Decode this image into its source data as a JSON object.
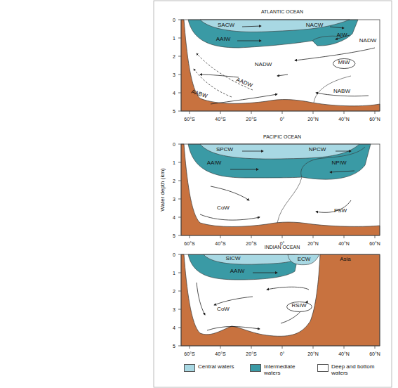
{
  "diagram": {
    "nodes": [
      {
        "text": [
          "MIW"
        ]
      },
      {
        "text": [
          "RSIW"
        ]
      }
    ],
    "labels": [
      "ATLANTIC OCEAN",
      "SACW",
      "NACW",
      "AIW",
      "AAIW",
      "NADW",
      "NADW",
      "AADW",
      "AABW",
      "NABW",
      "PACIFIC OCEAN",
      "SPCW",
      "NPCW",
      "AAIW",
      "NPIW",
      "CoW",
      "PSW",
      "INDIAN OCEAN",
      "SICW",
      "ECW",
      "Asia",
      "AAIW",
      "CoW",
      "Water depth (km)",
      "0",
      "1",
      "2",
      "3",
      "4",
      "5",
      "0",
      "1",
      "2",
      "3",
      "4",
      "5",
      "0",
      "1",
      "2",
      "3",
      "4",
      "5",
      "60°S",
      "40°S",
      "20°S",
      "0°",
      "20°N",
      "40°N",
      "60°N",
      "60°S",
      "40°S",
      "20°S",
      "0°",
      "20°N",
      "40°N",
      "60°N",
      "60°S",
      "40°S",
      "20°S",
      "0°",
      "20°N",
      "40°N",
      "60°N"
    ],
    "legend": [
      {
        "text": "Central waters",
        "color": "#a8d8e3"
      },
      {
        "text": "Intermediate waters",
        "color": "#3a9aa5"
      },
      {
        "text": "Deep and bottom waters",
        "color": "#ffffff"
      }
    ]
  }
}
